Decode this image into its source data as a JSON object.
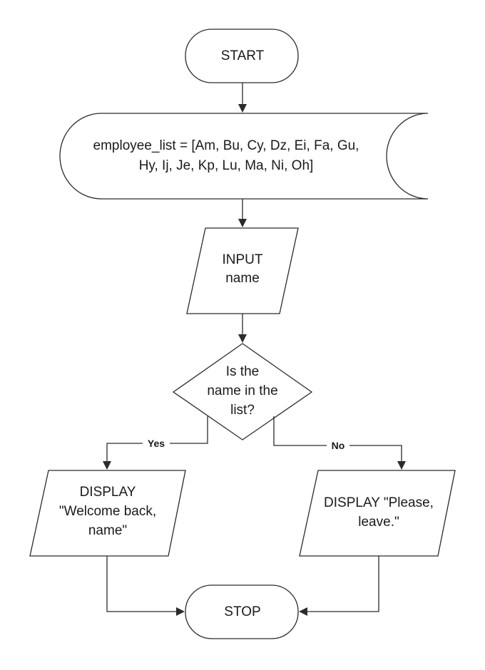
{
  "nodes": {
    "start": {
      "lines": [
        "START"
      ]
    },
    "employee_list": {
      "lines": [
        "employee_list = [Am, Bu, Cy, Dz, Ei, Fa, Gu,",
        "Hy, Ij, Je, Kp, Lu, Ma, Ni, Oh]"
      ]
    },
    "input": {
      "lines": [
        "INPUT",
        "name"
      ]
    },
    "decision": {
      "lines": [
        "Is the",
        "name in the",
        "list?"
      ]
    },
    "display_yes": {
      "lines": [
        "DISPLAY",
        "\"Welcome back,",
        "name\""
      ]
    },
    "display_no": {
      "lines": [
        "DISPLAY \"Please,",
        "leave.\""
      ]
    },
    "stop": {
      "lines": [
        "STOP"
      ]
    }
  },
  "edges": {
    "yes_label": "Yes",
    "no_label": "No"
  },
  "colors": {
    "stroke": "#2b2b2b",
    "text": "#1a1a1a",
    "fill": "#ffffff"
  }
}
